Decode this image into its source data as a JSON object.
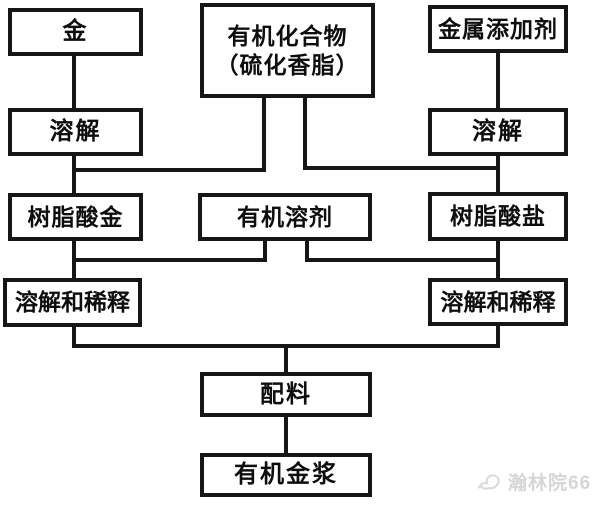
{
  "diagram": {
    "type": "flowchart",
    "description": "organic gold paste preparation process flow",
    "colors": {
      "line": "#161616",
      "text": "#0e0e0e",
      "background": "#ffffff",
      "watermark": "#d6d6d6"
    },
    "nodes": {
      "gold": {
        "label": "金"
      },
      "organic_compound": {
        "label_line1": "有机化合物",
        "label_line2": "（硫化香脂）"
      },
      "metal_additive": {
        "label": "金属添加剂"
      },
      "dissolve_left": {
        "label": "溶解"
      },
      "dissolve_right": {
        "label": "溶解"
      },
      "gold_resinate": {
        "label": "树脂酸金"
      },
      "organic_solvent": {
        "label": "有机溶剂"
      },
      "resinate_salt": {
        "label": "树脂酸盐"
      },
      "dissolve_dilute_left": {
        "label": "溶解和稀释"
      },
      "dissolve_dilute_right": {
        "label": "溶解和稀释"
      },
      "batching": {
        "label": "配料"
      },
      "organic_gold_paste": {
        "label": "有机金浆"
      }
    },
    "edges": [
      {
        "from": "gold",
        "to": "dissolve_left"
      },
      {
        "from": "metal_additive",
        "to": "dissolve_right"
      },
      {
        "from": "dissolve_left",
        "to": "gold_resinate"
      },
      {
        "from": "organic_compound",
        "to": "gold_resinate"
      },
      {
        "from": "organic_compound",
        "to": "resinate_salt"
      },
      {
        "from": "dissolve_right",
        "to": "resinate_salt"
      },
      {
        "from": "gold_resinate",
        "to": "dissolve_dilute_left"
      },
      {
        "from": "organic_solvent",
        "to": "dissolve_dilute_left"
      },
      {
        "from": "organic_solvent",
        "to": "dissolve_dilute_right"
      },
      {
        "from": "resinate_salt",
        "to": "dissolve_dilute_right"
      },
      {
        "from": "dissolve_dilute_left",
        "to": "batching"
      },
      {
        "from": "dissolve_dilute_right",
        "to": "batching"
      },
      {
        "from": "batching",
        "to": "organic_gold_paste"
      }
    ]
  },
  "watermark": {
    "text": "瀚林院66"
  }
}
